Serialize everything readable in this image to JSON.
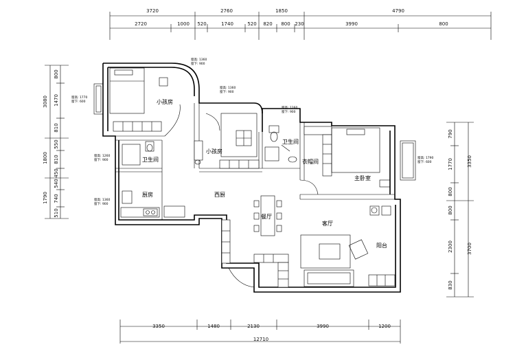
{
  "dimensions": {
    "top_outer": [
      "3720",
      "2760",
      "1850",
      "4790"
    ],
    "top_inner": [
      "2720",
      "1000",
      "520",
      "1740",
      "520",
      "820",
      "800",
      "230",
      "3990",
      "800"
    ],
    "bottom_segments": [
      "3350",
      "1480",
      "2130",
      "3990",
      "1200"
    ],
    "bottom_total": "12710",
    "left_outer": [
      "3080",
      "1800",
      "1790"
    ],
    "left_inner": [
      "800",
      "1470",
      "810",
      "550",
      "810",
      "450",
      "540",
      "740",
      "510"
    ],
    "right_outer": [
      "3350",
      "3700"
    ],
    "right_inner": [
      "790",
      "1770",
      "800",
      "800",
      "2300",
      "830"
    ]
  },
  "rooms": {
    "kids_room_1": "小孩房",
    "kids_room_2": "小孩房",
    "bathroom_1": "卫生间",
    "bathroom_2": "卫生间",
    "kitchen": "厨房",
    "western_kitchen": "西厨",
    "dining": "餐厅",
    "living": "客厅",
    "cloakroom": "衣帽间",
    "master_bedroom": "主卧室",
    "balcony": "阳台"
  },
  "windows": [
    {
      "line1": "窗高: 1360",
      "line2": "窗下: 900"
    },
    {
      "line1": "窗高: 1770",
      "line2": "窗下: 600"
    },
    {
      "line1": "窗高: 1360",
      "line2": "窗下: 900"
    },
    {
      "line1": "窗高: 1260",
      "line2": "窗下: 900"
    },
    {
      "line1": "窗高: 1260",
      "line2": "窗下: 900"
    },
    {
      "line1": "窗高: 1360",
      "line2": "窗下: 900"
    },
    {
      "line1": "窗高: 1790",
      "line2": "窗下: 600"
    }
  ]
}
